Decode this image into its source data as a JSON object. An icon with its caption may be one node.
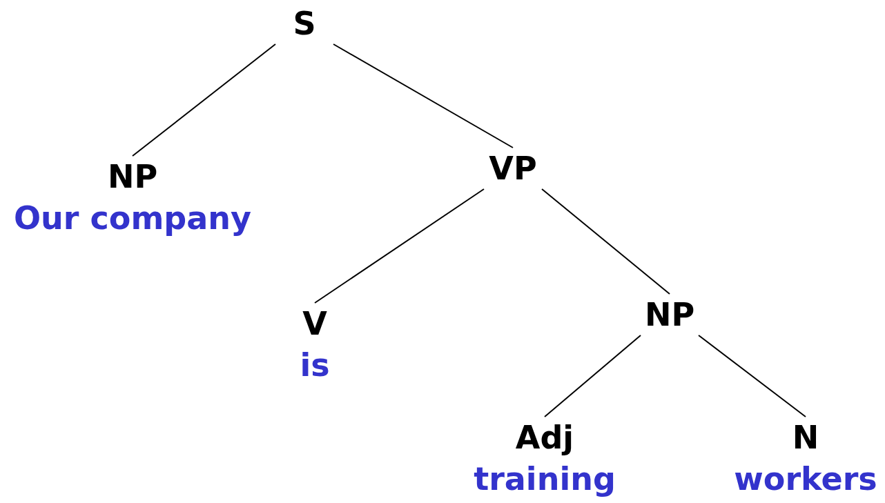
{
  "diagram": {
    "nodes": [
      {
        "text": [
          "S"
        ]
      },
      {
        "text": [
          "NP",
          "Our company"
        ]
      },
      {
        "text": [
          "VP"
        ]
      },
      {
        "text": [
          "V",
          "is"
        ]
      },
      {
        "text": [
          "NP"
        ]
      },
      {
        "text": [
          "Adj",
          "training"
        ]
      },
      {
        "text": [
          "N",
          "workers"
        ]
      }
    ],
    "edges": [
      {
        "from": 0,
        "to": 1,
        "arrow": "none"
      },
      {
        "from": 0,
        "to": 2,
        "arrow": "none"
      },
      {
        "from": 2,
        "to": 3,
        "arrow": "none"
      },
      {
        "from": 2,
        "to": 4,
        "arrow": "none"
      },
      {
        "from": 4,
        "to": 5,
        "arrow": "none"
      },
      {
        "from": 4,
        "to": 6,
        "arrow": "none"
      }
    ]
  }
}
